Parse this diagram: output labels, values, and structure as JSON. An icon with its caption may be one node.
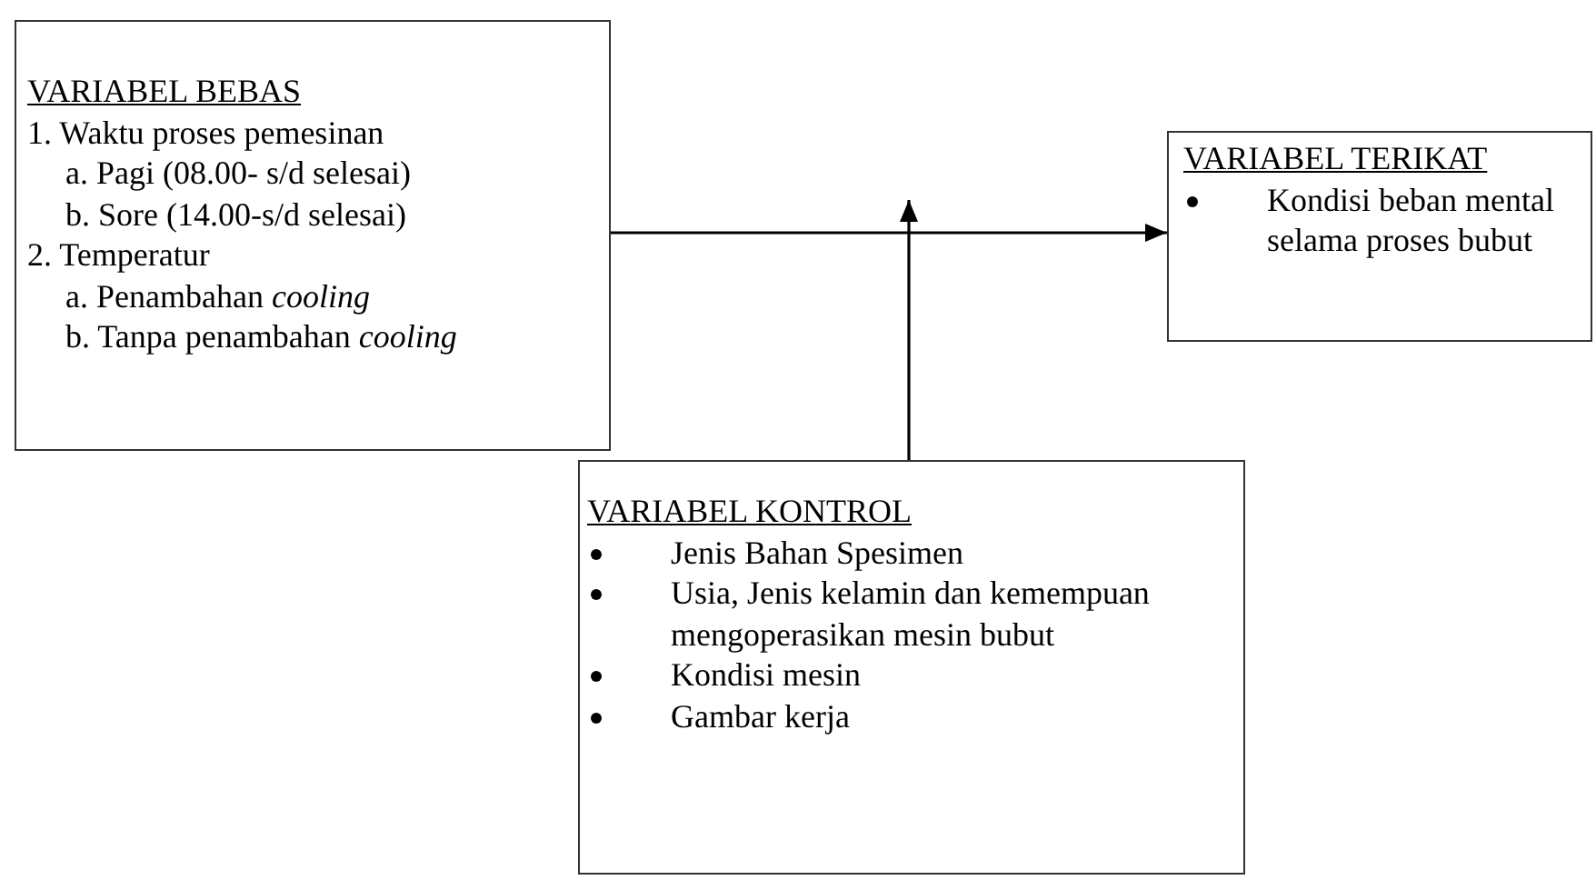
{
  "diagram": {
    "nodes": [
      {
        "text": [
          "VARIABEL BEBAS",
          "1. Waktu proses pemesinan",
          "a. Pagi (08.00- s/d selesai)",
          "b. Sore (14.00-s/d  selesai)",
          "2. Temperatur",
          "a. Penambahan *cooling*",
          "b. Tanpa penambahan *cooling*"
        ]
      },
      {
        "text": [
          "VARIABEL TERIKAT",
          "Kondisi beban mental selama proses bubut"
        ]
      },
      {
        "text": [
          "VARIABEL KONTROL",
          "Jenis Bahan Spesimen",
          "Usia, Jenis kelamin dan kemempuan mengoperasikan mesin bubut",
          "Kondisi mesin",
          "Gambar kerja"
        ]
      }
    ],
    "edges": [
      {
        "from": 0,
        "to": 1,
        "arrow": "to"
      },
      {
        "from": 2,
        "to": null,
        "arrow": "to"
      }
    ]
  }
}
